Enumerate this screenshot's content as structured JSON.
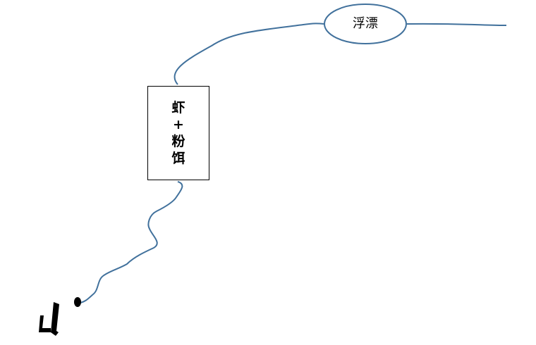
{
  "float": {
    "label": "浮漂"
  },
  "bait": {
    "lines": [
      "虾",
      "+",
      "粉",
      "饵"
    ]
  },
  "colors": {
    "line": "#41719c",
    "outline": "#000000",
    "hook": "#000000"
  }
}
